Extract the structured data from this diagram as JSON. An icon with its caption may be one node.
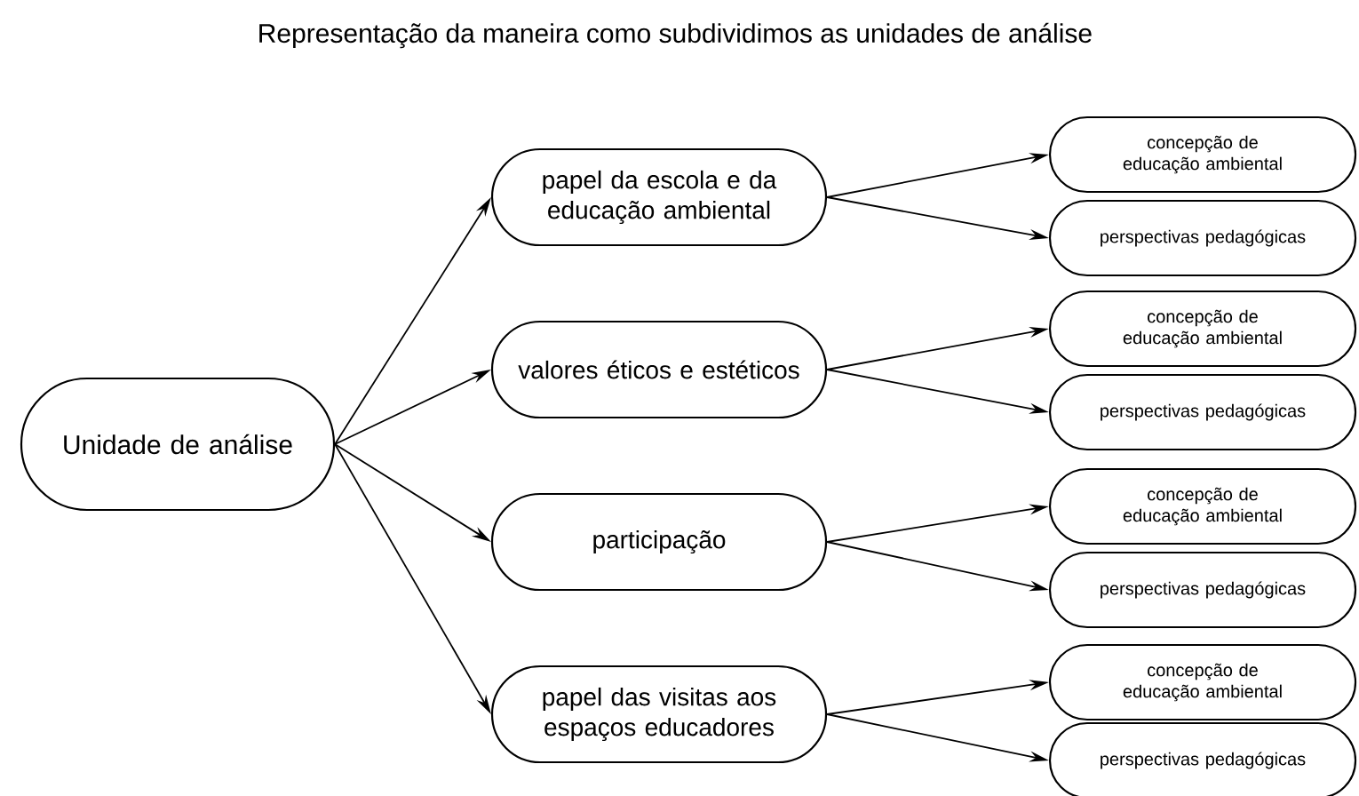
{
  "diagram": {
    "title": "Representação da maneira como subdividimos as unidades de análise",
    "nodes": [
      {
        "text": [
          "Unidade de análise"
        ]
      },
      {
        "text": [
          "papel da escola e da educação ambiental"
        ]
      },
      {
        "text": [
          "concepção de educação ambiental"
        ]
      },
      {
        "text": [
          "perspectivas pedagógicas"
        ]
      },
      {
        "text": [
          "valores éticos e estéticos"
        ]
      },
      {
        "text": [
          "concepção de educação ambiental"
        ]
      },
      {
        "text": [
          "perspectivas pedagógicas"
        ]
      },
      {
        "text": [
          "participação"
        ]
      },
      {
        "text": [
          "concepção de educação ambiental"
        ]
      },
      {
        "text": [
          "perspectivas pedagógicas"
        ]
      },
      {
        "text": [
          "papel das visitas aos espaços educadores"
        ]
      },
      {
        "text": [
          "concepção de educação ambiental"
        ]
      },
      {
        "text": [
          "perspectivas pedagógicas"
        ]
      }
    ],
    "edges": [
      {
        "from": 0,
        "to": 1,
        "arrow": "to"
      },
      {
        "from": 0,
        "to": 4,
        "arrow": "to"
      },
      {
        "from": 0,
        "to": 7,
        "arrow": "to"
      },
      {
        "from": 0,
        "to": 10,
        "arrow": "to"
      },
      {
        "from": 1,
        "to": 2,
        "arrow": "to"
      },
      {
        "from": 1,
        "to": 3,
        "arrow": "to"
      },
      {
        "from": 4,
        "to": 5,
        "arrow": "to"
      },
      {
        "from": 4,
        "to": 6,
        "arrow": "to"
      },
      {
        "from": 7,
        "to": 8,
        "arrow": "to"
      },
      {
        "from": 7,
        "to": 9,
        "arrow": "to"
      },
      {
        "from": 10,
        "to": 11,
        "arrow": "to"
      },
      {
        "from": 10,
        "to": 12,
        "arrow": "to"
      }
    ]
  }
}
